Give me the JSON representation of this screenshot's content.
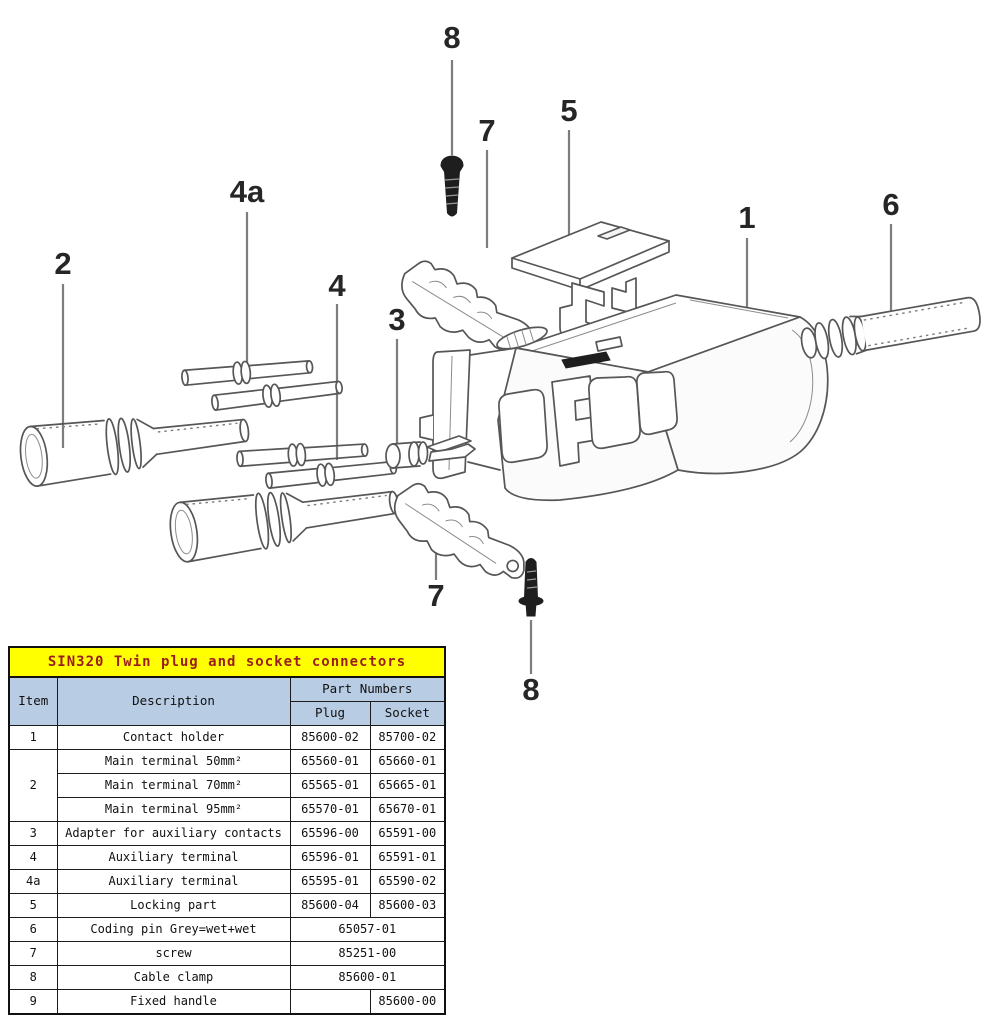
{
  "colors": {
    "background": "#ffffff",
    "line_art": "#565656",
    "screw_fill": "#1e1e1e",
    "leader_line": "#7d7d7d",
    "table_title_bg": "#ffff00",
    "table_title_text": "#9b1c1c",
    "table_header_bg": "#b8cce4",
    "table_border": "#111111"
  },
  "diagram": {
    "callouts": [
      {
        "id": "callout-8-top",
        "label": "8"
      },
      {
        "id": "callout-7-top",
        "label": "7"
      },
      {
        "id": "callout-5",
        "label": "5"
      },
      {
        "id": "callout-1",
        "label": "1"
      },
      {
        "id": "callout-6",
        "label": "6"
      },
      {
        "id": "callout-4a",
        "label": "4a"
      },
      {
        "id": "callout-2",
        "label": "2"
      },
      {
        "id": "callout-4",
        "label": "4"
      },
      {
        "id": "callout-3",
        "label": "3"
      },
      {
        "id": "callout-7-bottom",
        "label": "7"
      },
      {
        "id": "callout-8-bottom",
        "label": "8"
      }
    ]
  },
  "table": {
    "title": "SIN320 Twin plug and socket connectors",
    "headers": {
      "item": "Item",
      "description": "Description",
      "part_numbers": "Part Numbers",
      "plug": "Plug",
      "socket": "Socket"
    },
    "rows": [
      {
        "item": "1",
        "description": "Contact holder",
        "plug": "85600-02",
        "socket": "85700-02"
      },
      {
        "item": "2",
        "description": "Main terminal 50mm²",
        "plug": "65560-01",
        "socket": "65660-01"
      },
      {
        "description": "Main terminal 70mm²",
        "plug": "65565-01",
        "socket": "65665-01"
      },
      {
        "description": "Main terminal 95mm²",
        "plug": "65570-01",
        "socket": "65670-01"
      },
      {
        "item": "3",
        "description": "Adapter for auxiliary contacts",
        "plug": "65596-00",
        "socket": "65591-00"
      },
      {
        "item": "4",
        "description": "Auxiliary terminal",
        "plug": "65596-01",
        "socket": "65591-01"
      },
      {
        "item": "4a",
        "description": "Auxiliary terminal",
        "plug": "65595-01",
        "socket": "65590-02"
      },
      {
        "item": "5",
        "description": "Locking part",
        "plug": "85600-04",
        "socket": "85600-03"
      },
      {
        "item": "6",
        "description": "Coding pin Grey=wet+wet",
        "combined": "65057-01"
      },
      {
        "item": "7",
        "description": "screw",
        "combined": "85251-00"
      },
      {
        "item": "8",
        "description": "Cable clamp",
        "combined": "85600-01"
      },
      {
        "item": "9",
        "description": "Fixed handle",
        "plug": "",
        "socket": "85600-00"
      }
    ]
  }
}
